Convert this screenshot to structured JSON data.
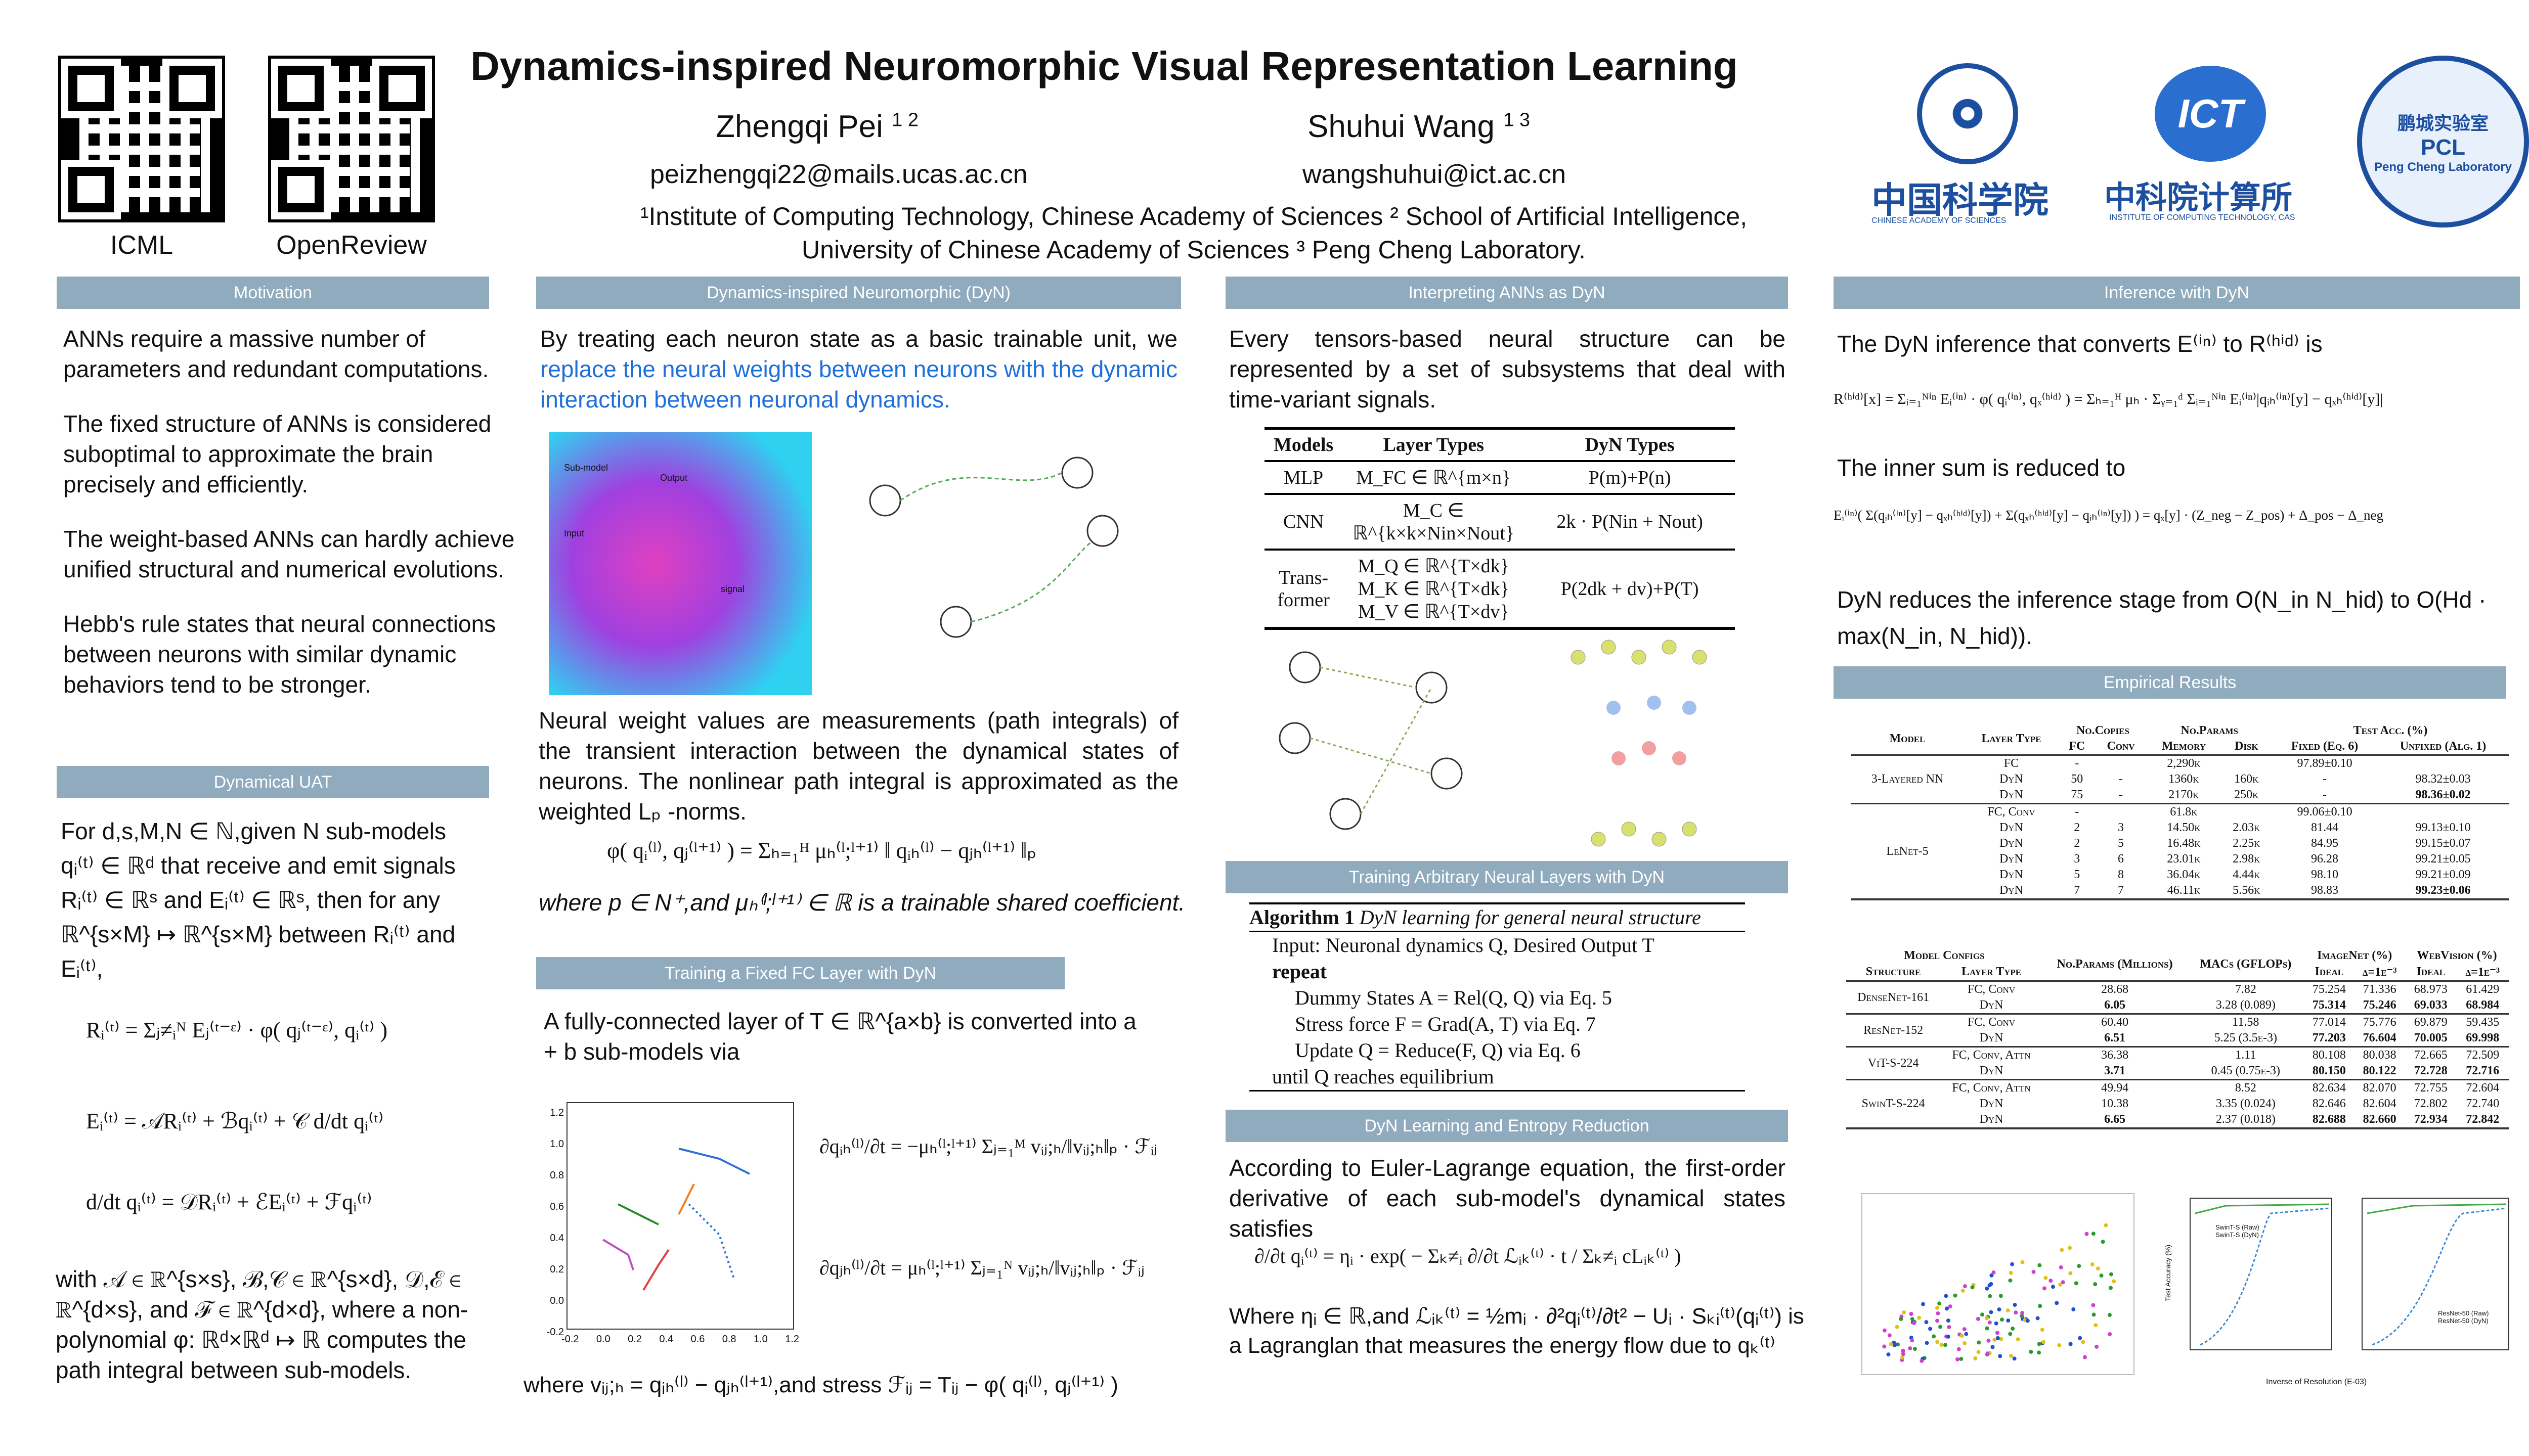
{
  "header": {
    "title": "Dynamics-inspired Neuromorphic Visual Representation Learning",
    "authors": [
      {
        "name": "Zhengqi Pei",
        "sup": "1 2",
        "email": "peizhengqi22@mails.ucas.ac.cn"
      },
      {
        "name": "Shuhui Wang",
        "sup": "1 3",
        "email": "wangshuhui@ict.ac.cn"
      }
    ],
    "affiliations": "¹Institute of Computing Technology, Chinese Academy of Sciences ² School of Artificial Intelligence, University of Chinese Academy of Sciences ³ Peng Cheng Laboratory.",
    "qr": [
      "ICML",
      "OpenReview"
    ],
    "logos": [
      "中国科学院",
      "CHINESE ACADEMY OF SCIENCES",
      "中科院计算所",
      "INSTITUTE OF COMPUTING TECHNOLOGY, CAS",
      "鹏城实验室",
      "Peng Cheng Laboratory",
      "ICT",
      "PCL"
    ]
  },
  "motivation": {
    "title": "Motivation",
    "paras": [
      "ANNs require a massive number of parameters and redundant computations.",
      "The fixed structure of ANNs is considered suboptimal to approximate the brain precisely and efficiently.",
      "The weight-based ANNs can hardly achieve unified structural and numerical evolutions.",
      "Hebb's rule states that neural connections between neurons with similar dynamic behaviors tend to be stronger."
    ]
  },
  "uat": {
    "title": "Dynamical UAT",
    "intro": "For d,s,M,N ∈ ℕ,given N sub-models qᵢ⁽ᵗ⁾ ∈ ℝᵈ that receive and emit signals Rᵢ⁽ᵗ⁾ ∈ ℝˢ and Eᵢ⁽ᵗ⁾ ∈ ℝˢ, then for any ℝ^{s×M} ↦ ℝ^{s×M} between Rᵢ⁽ᵗ⁾ and Eᵢ⁽ᵗ⁾,",
    "eqs": [
      "Rᵢ⁽ᵗ⁾ = Σⱼ≠ᵢᴺ Eⱼ⁽ᵗ⁻ᵋ⁾ · φ( qⱼ⁽ᵗ⁻ᵋ⁾, qᵢ⁽ᵗ⁾ )",
      "Eᵢ⁽ᵗ⁾ = 𝒜Rᵢ⁽ᵗ⁾ + ℬqᵢ⁽ᵗ⁾ + 𝒞 d/dt qᵢ⁽ᵗ⁾",
      "d/dt qᵢ⁽ᵗ⁾ = 𝒟Rᵢ⁽ᵗ⁾ + ℰEᵢ⁽ᵗ⁾ + ℱqᵢ⁽ᵗ⁾"
    ],
    "outro": "with 𝒜 ∈ ℝ^{s×s}, ℬ,𝒞 ∈ ℝ^{s×d}, 𝒟,ℰ ∈ ℝ^{d×s}, and ℱ ∈ ℝ^{d×d}, where a non-polynomial φ: ℝᵈ×ℝᵈ ↦ ℝ computes the path integral between sub-models."
  },
  "dyn": {
    "title": "Dynamics-inspired Neuromorphic (DyN)",
    "intro": "By treating each neuron state as a basic trainable unit, we",
    "intro_blue": "replace the neural weights between neurons with the dynamic interaction between neuronal dynamics.",
    "fig_labels": [
      "Sub-model",
      "Output",
      "Input",
      "signal"
    ],
    "para": "Neural weight values are measurements (path integrals) of the transient interaction between the dynamical states of neurons. The nonlinear path integral is approximated as the weighted Lₚ -norms.",
    "eq": "φ( qᵢ⁽ˡ⁾, qⱼ⁽ˡ⁺¹⁾ ) = Σₕ₌₁ᴴ μₕ⁽ˡ;ˡ⁺¹⁾ ‖ qᵢₕ⁽ˡ⁾ − qⱼₕ⁽ˡ⁺¹⁾ ‖ₚ",
    "where": "where p ∈ N⁺,and μₕ⁽ˡ;ˡ⁺¹⁾ ∈ ℝ is a trainable shared coefficient."
  },
  "fc": {
    "title": "Training a Fixed FC Layer with DyN",
    "intro": "A fully-connected layer of T ∈ ℝ^{a×b} is converted into a + b sub-models via",
    "plot_ticks_x": [
      "-0.2",
      "0.0",
      "0.2",
      "0.4",
      "0.6",
      "0.8",
      "1.0",
      "1.2"
    ],
    "plot_ticks_y": [
      "1.2",
      "1.0",
      "0.8",
      "0.6",
      "0.4",
      "0.2",
      "0.0",
      "-0.2"
    ],
    "eq1": "∂qᵢₕ⁽ˡ⁾/∂t = −μₕ⁽ˡ;ˡ⁺¹⁾ Σⱼ₌₁ᴹ vᵢⱼ;ₕ/‖vᵢⱼ;ₕ‖ₚ · ℱᵢⱼ",
    "eq2": "∂qⱼₕ⁽ˡ⁾/∂t = μₕ⁽ˡ;ˡ⁺¹⁾ Σⱼ₌₁ᴺ vᵢⱼ;ₕ/‖vᵢⱼ;ₕ‖ₚ · ℱᵢⱼ",
    "where": "where vᵢⱼ;ₕ = qᵢₕ⁽ˡ⁾ − qⱼₕ⁽ˡ⁺¹⁾,and stress ℱᵢⱼ = Tᵢⱼ − φ( qᵢ⁽ˡ⁾, qⱼ⁽ˡ⁺¹⁾ )"
  },
  "interp": {
    "title": "Interpreting ANNs as DyN",
    "intro": "Every tensors-based neural structure can be represented by a set of subsystems that deal with time-variant signals.",
    "headers": [
      "Models",
      "Layer Types",
      "DyN Types"
    ],
    "rows": [
      [
        "MLP",
        "M_FC ∈ ℝ^{m×n}",
        "P(m)+P(n)"
      ],
      [
        "CNN",
        "M_C ∈ ℝ^{k×k×Nin×Nout}",
        "2k · P(Nin + Nout)"
      ],
      [
        "Trans-former",
        "M_Q ∈ ℝ^{T×dk}  M_K ∈ ℝ^{T×dk}  M_V ∈ ℝ^{T×dv}",
        "P(2dk + dv)+P(T)"
      ]
    ]
  },
  "arbitrary": {
    "title": "Training Arbitrary Neural Layers with DyN",
    "alg_title": "Algorithm 1",
    "alg_caption": "DyN learning for general neural structure",
    "lines": [
      "Input: Neuronal dynamics Q, Desired Output T",
      "repeat",
      "Dummy States A = Rel(Q, Q) via Eq. 5",
      "Stress force F = Grad(A, T) via Eq. 7",
      "Update Q = Reduce(F, Q) via Eq. 6",
      "until Q reaches equilibrium"
    ]
  },
  "entropy": {
    "title": "DyN Learning and Entropy Reduction",
    "intro": "According to Euler-Lagrange equation, the first-order derivative of each sub-model's dynamical states satisfies",
    "eq": "∂/∂t qᵢ⁽ᵗ⁾ = ηᵢ · exp( − Σₖ≠ᵢ ∂/∂t ℒᵢₖ⁽ᵗ⁾ · t / Σₖ≠ᵢ cLᵢₖ⁽ᵗ⁾ )",
    "where": "Where ηᵢ ∈ ℝ,and ℒᵢₖ⁽ᵗ⁾ = ½mᵢ · ∂²qᵢ⁽ᵗ⁾/∂t² − Uᵢ · Sₖᵢ⁽ᵗ⁾(qᵢ⁽ᵗ⁾) is a Lagranglan that measures the energy flow due to qₖ⁽ᵗ⁾"
  },
  "inference": {
    "title": "Inference with DyN",
    "intro": "The DyN inference that converts E⁽ⁱⁿ⁾ to R⁽ʰⁱᵈ⁾ is",
    "eq1": "R⁽ʰⁱᵈ⁾[x] = Σᵢ₌₁ᴺⁱⁿ Eᵢ⁽ⁱⁿ⁾ · φ( qᵢ⁽ⁱⁿ⁾, qₓ⁽ʰⁱᵈ⁾ ) = Σₕ₌₁ᴴ μₕ · Σᵧ₌₁ᵈ Σᵢ₌₁ᴺⁱⁿ Eᵢ⁽ⁱⁿ⁾|qᵢₕ⁽ⁱⁿ⁾[y] − qₓₕ⁽ʰⁱᵈ⁾[y]|",
    "mid": "The inner sum is reduced to",
    "eq2": "Eᵢ⁽ⁱⁿ⁾( Σ(qᵢₕ⁽ⁱⁿ⁾[y] − qₓₕ⁽ʰⁱᵈ⁾[y]) + Σ(qₓₕ⁽ʰⁱᵈ⁾[y] − qᵢₕ⁽ⁱⁿ⁾[y]) ) = qₓ[y] · (Z_neg − Z_pos) + Δ_pos − Δ_neg",
    "outro": "DyN reduces the inference stage from O(N_in N_hid) to O(Hd · max(N_in, N_hid))."
  },
  "empirical": {
    "title": "Empirical Results",
    "t1": {
      "h1": [
        "Model",
        "Layer Type",
        "No.Copies",
        "No.Params",
        "Test Acc. (%)"
      ],
      "h2": [
        "FC",
        "Conv",
        "Memory",
        "Disk",
        "Fixed (Eq. 6)",
        "Unfixed (Alg. 1)"
      ],
      "groups": [
        {
          "model": "3-Layered NN",
          "rows": [
            [
              "FC",
              "-",
              "",
              "2,290k",
              "",
              "97.89±0.10",
              ""
            ],
            [
              "DyN",
              "50",
              "-",
              "1360k",
              "160k",
              "-",
              "98.32±0.03"
            ],
            [
              "DyN",
              "75",
              "-",
              "2170k",
              "250k",
              "-",
              "98.36±0.02"
            ]
          ]
        },
        {
          "model": "LeNet-5",
          "rows": [
            [
              "FC, Conv",
              "-",
              "",
              "61.8k",
              "",
              "99.06±0.10",
              ""
            ],
            [
              "DyN",
              "2",
              "3",
              "14.50k",
              "2.03k",
              "81.44",
              "99.13±0.10"
            ],
            [
              "DyN",
              "2",
              "5",
              "16.48k",
              "2.25k",
              "84.95",
              "99.15±0.07"
            ],
            [
              "DyN",
              "3",
              "6",
              "23.01k",
              "2.98k",
              "96.28",
              "99.21±0.05"
            ],
            [
              "DyN",
              "5",
              "8",
              "36.04k",
              "4.44k",
              "98.10",
              "99.21±0.09"
            ],
            [
              "DyN",
              "7",
              "7",
              "46.11k",
              "5.56k",
              "98.83",
              "99.23±0.06"
            ]
          ]
        }
      ]
    },
    "t2": {
      "h1": [
        "Model Configs",
        "No.Params (Millions)",
        "MACs (GFLOPs)",
        "ImageNet (%)",
        "WebVision (%)"
      ],
      "h2": [
        "Structure",
        "Layer Type",
        "Ideal",
        "δ=1e⁻³",
        "Ideal",
        "δ=1e⁻³"
      ],
      "groups": [
        {
          "model": "DenseNet-161",
          "rows": [
            [
              "FC, Conv",
              "28.68",
              "7.82",
              "75.254",
              "71.336",
              "68.973",
              "61.429"
            ],
            [
              "DyN",
              "6.05",
              "3.28 (0.089)",
              "75.314",
              "75.246",
              "69.033",
              "68.984"
            ]
          ]
        },
        {
          "model": "ResNet-152",
          "rows": [
            [
              "FC, Conv",
              "60.40",
              "11.58",
              "77.014",
              "75.776",
              "69.879",
              "59.435"
            ],
            [
              "DyN",
              "6.51",
              "5.25 (3.5e-3)",
              "77.203",
              "76.604",
              "70.005",
              "69.998"
            ]
          ]
        },
        {
          "model": "ViT-S-224",
          "rows": [
            [
              "FC, Conv, Attn",
              "36.38",
              "1.11",
              "80.108",
              "80.038",
              "72.665",
              "72.509"
            ],
            [
              "DyN",
              "3.71",
              "0.45 (0.75e-3)",
              "80.150",
              "80.122",
              "72.728",
              "72.716"
            ]
          ]
        },
        {
          "model": "SwinT-S-224",
          "rows": [
            [
              "FC, Conv, Attn",
              "49.94",
              "8.52",
              "82.634",
              "82.070",
              "72.755",
              "72.604"
            ],
            [
              "DyN",
              "10.38",
              "3.35 (0.024)",
              "82.646",
              "82.604",
              "72.802",
              "72.740"
            ],
            [
              "DyN",
              "6.65",
              "2.37 (0.018)",
              "82.688",
              "82.660",
              "72.934",
              "72.842"
            ]
          ]
        }
      ]
    },
    "plots": {
      "ylabel": "Test Accuracy (%)",
      "xlabel": "Inverse of Resolution (E-03)",
      "legend1": [
        "SwinT-S (Raw)",
        "SwinT-S (DyN)"
      ],
      "legend2": [
        "ResNet-50 (Raw)",
        "ResNet-50 (DyN)"
      ]
    }
  },
  "colors": {
    "section": "#8fabbd",
    "blue": "#1e6fd9",
    "logo": "#1c4fa0"
  }
}
